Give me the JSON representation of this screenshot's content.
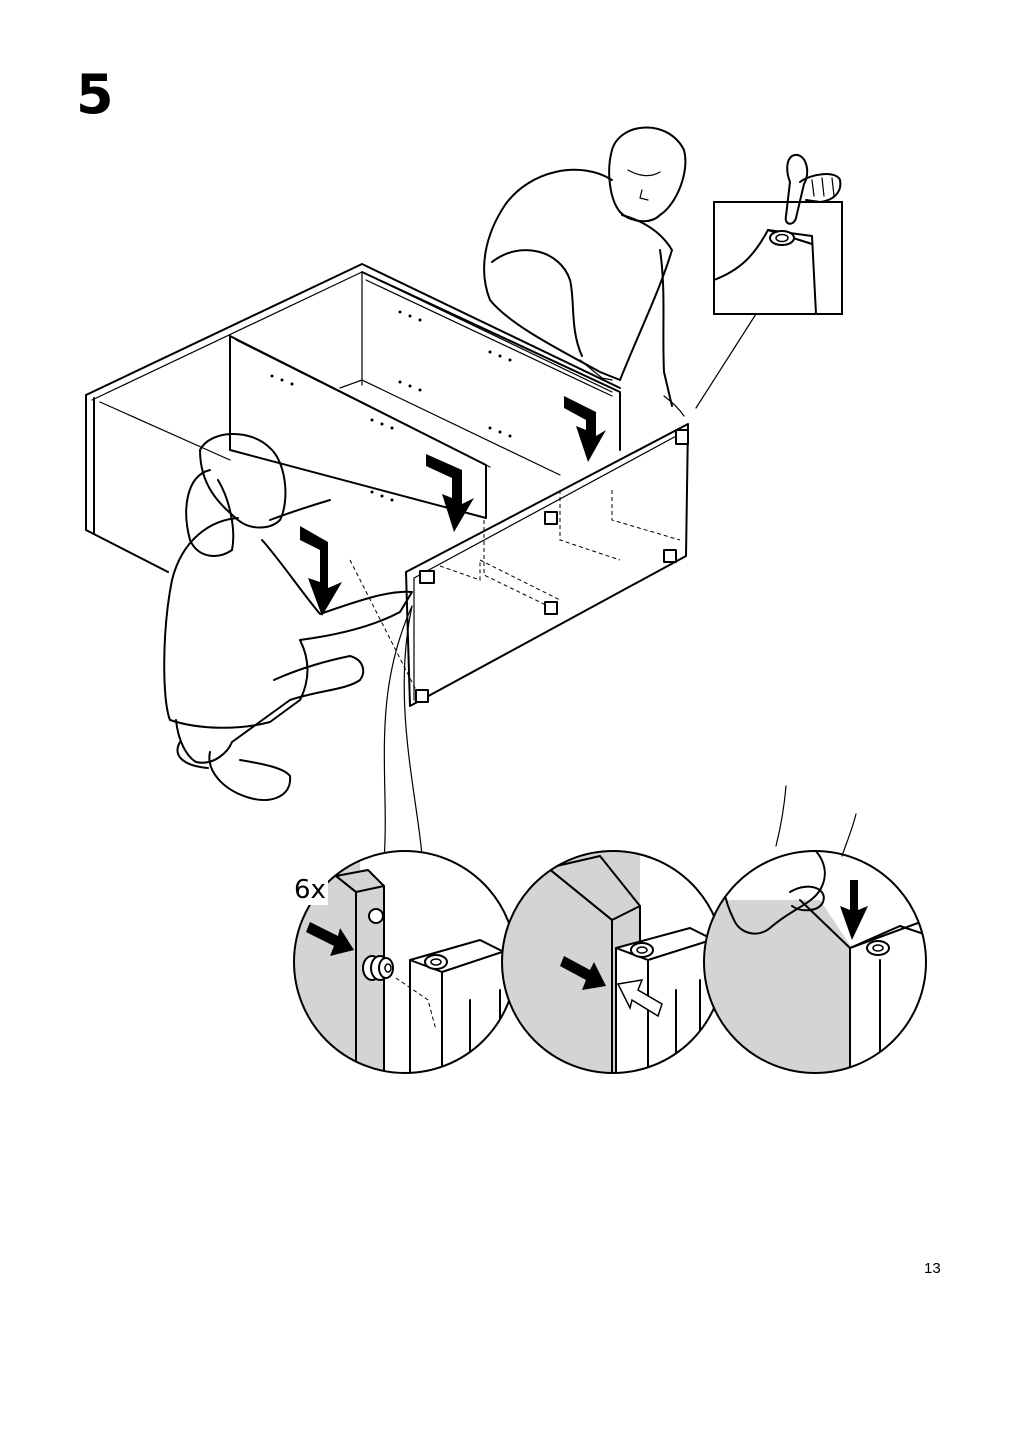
{
  "step": {
    "number": "5"
  },
  "detail": {
    "quantity": "6x"
  },
  "footer": {
    "page": "13"
  }
}
